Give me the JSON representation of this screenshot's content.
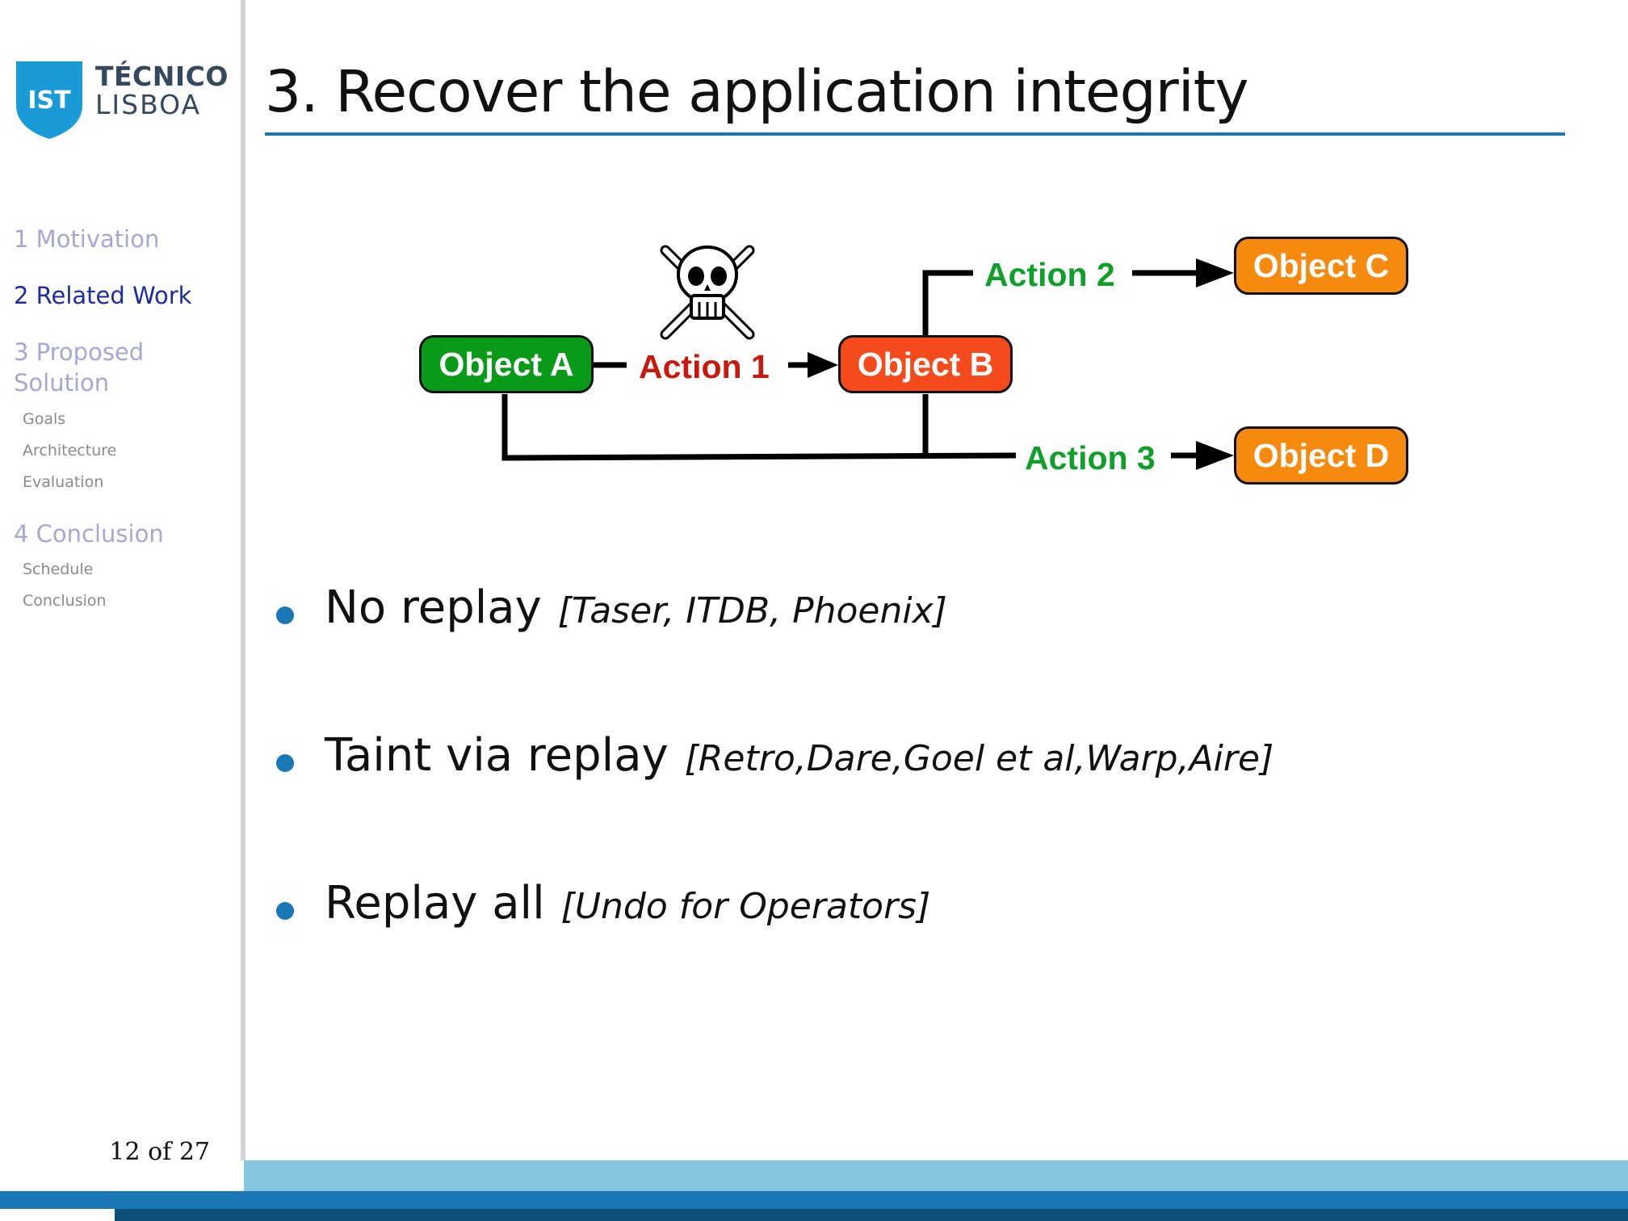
{
  "logo": {
    "line1": "TÉCNICO",
    "line2": "LISBOA",
    "shield_text": "IST",
    "shield_color": "#1a9bd7"
  },
  "sidebar": {
    "sections": [
      {
        "label": "1 Motivation",
        "active": false
      },
      {
        "label": "2 Related Work",
        "active": true
      },
      {
        "label": "3 Proposed Solution",
        "line1": "3 Proposed",
        "line2": "Solution",
        "active": false,
        "subsections": [
          "Goals",
          "Architecture",
          "Evaluation"
        ]
      },
      {
        "label": "4 Conclusion",
        "active": false,
        "subsections": [
          "Schedule",
          "Conclusion"
        ]
      }
    ]
  },
  "page": {
    "current": "12 of 27"
  },
  "slide": {
    "title": "3. Recover the application integrity",
    "diagram": {
      "objects": {
        "a": {
          "label": "Object A",
          "color": "#0a9a1a"
        },
        "b": {
          "label": "Object B",
          "color": "#f54a1b"
        },
        "c": {
          "label": "Object C",
          "color": "#f58a0f"
        },
        "d": {
          "label": "Object D",
          "color": "#f58a0f"
        }
      },
      "actions": {
        "a1": {
          "label": "Action 1",
          "color": "#c8190d"
        },
        "a2": {
          "label": "Action 2",
          "color": "#10a02a"
        },
        "a3": {
          "label": "Action 3",
          "color": "#10a02a"
        }
      },
      "attack_icon": "skull-crossbones-icon"
    },
    "bullets": [
      {
        "main": "No replay",
        "cite": "[Taser, ITDB, Phoenix]"
      },
      {
        "main": "Taint via replay",
        "cite": "[Retro,Dare,Goel et al,Warp,Aire]"
      },
      {
        "main": "Replay all",
        "cite": "[Undo for Operators]"
      }
    ]
  },
  "colors": {
    "accent": "#1a78b4",
    "toc_active": "#1e2aa0",
    "toc_inactive": "#a7a7d6",
    "footer_light": "#86c5df",
    "footer_dark": "#0e4f78"
  }
}
